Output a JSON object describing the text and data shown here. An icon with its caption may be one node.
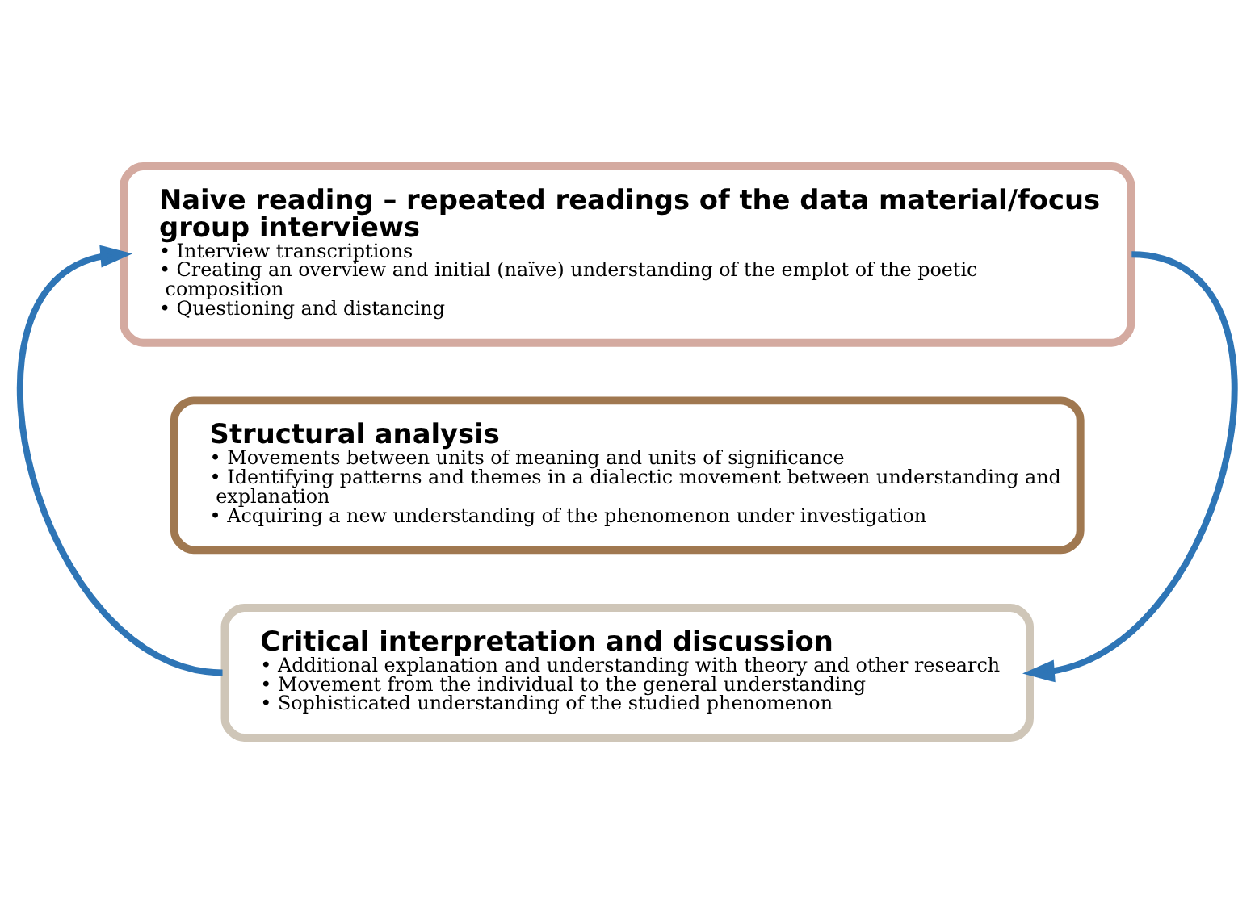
{
  "diagram": {
    "nodes": [
      {
        "text": [
          "Naive reading – repeated readings of the data material/focus group interviews",
          "• Interview transcriptions",
          "• Creating an overview and initial (naïve) understanding of the emplot of the poetic composition",
          "• Questioning and distancing"
        ]
      },
      {
        "text": [
          "Structural analysis",
          "• Movements between units of meaning and units of significance",
          "• Identifying patterns and themes in a dialectic movement between understanding and explanation",
          "• Acquiring a new understanding of the phenomenon under investigation"
        ]
      },
      {
        "text": [
          "Critical interpretation and discussion",
          "• Additional explanation and understanding with theory and other research",
          "• Movement from the individual to the general understanding",
          "• Sophisticated understanding of the studied phenomenon"
        ]
      }
    ],
    "edges": [
      {
        "from": 0,
        "to": 2,
        "arrow": "to"
      },
      {
        "from": 2,
        "to": 0,
        "arrow": "to"
      }
    ]
  }
}
